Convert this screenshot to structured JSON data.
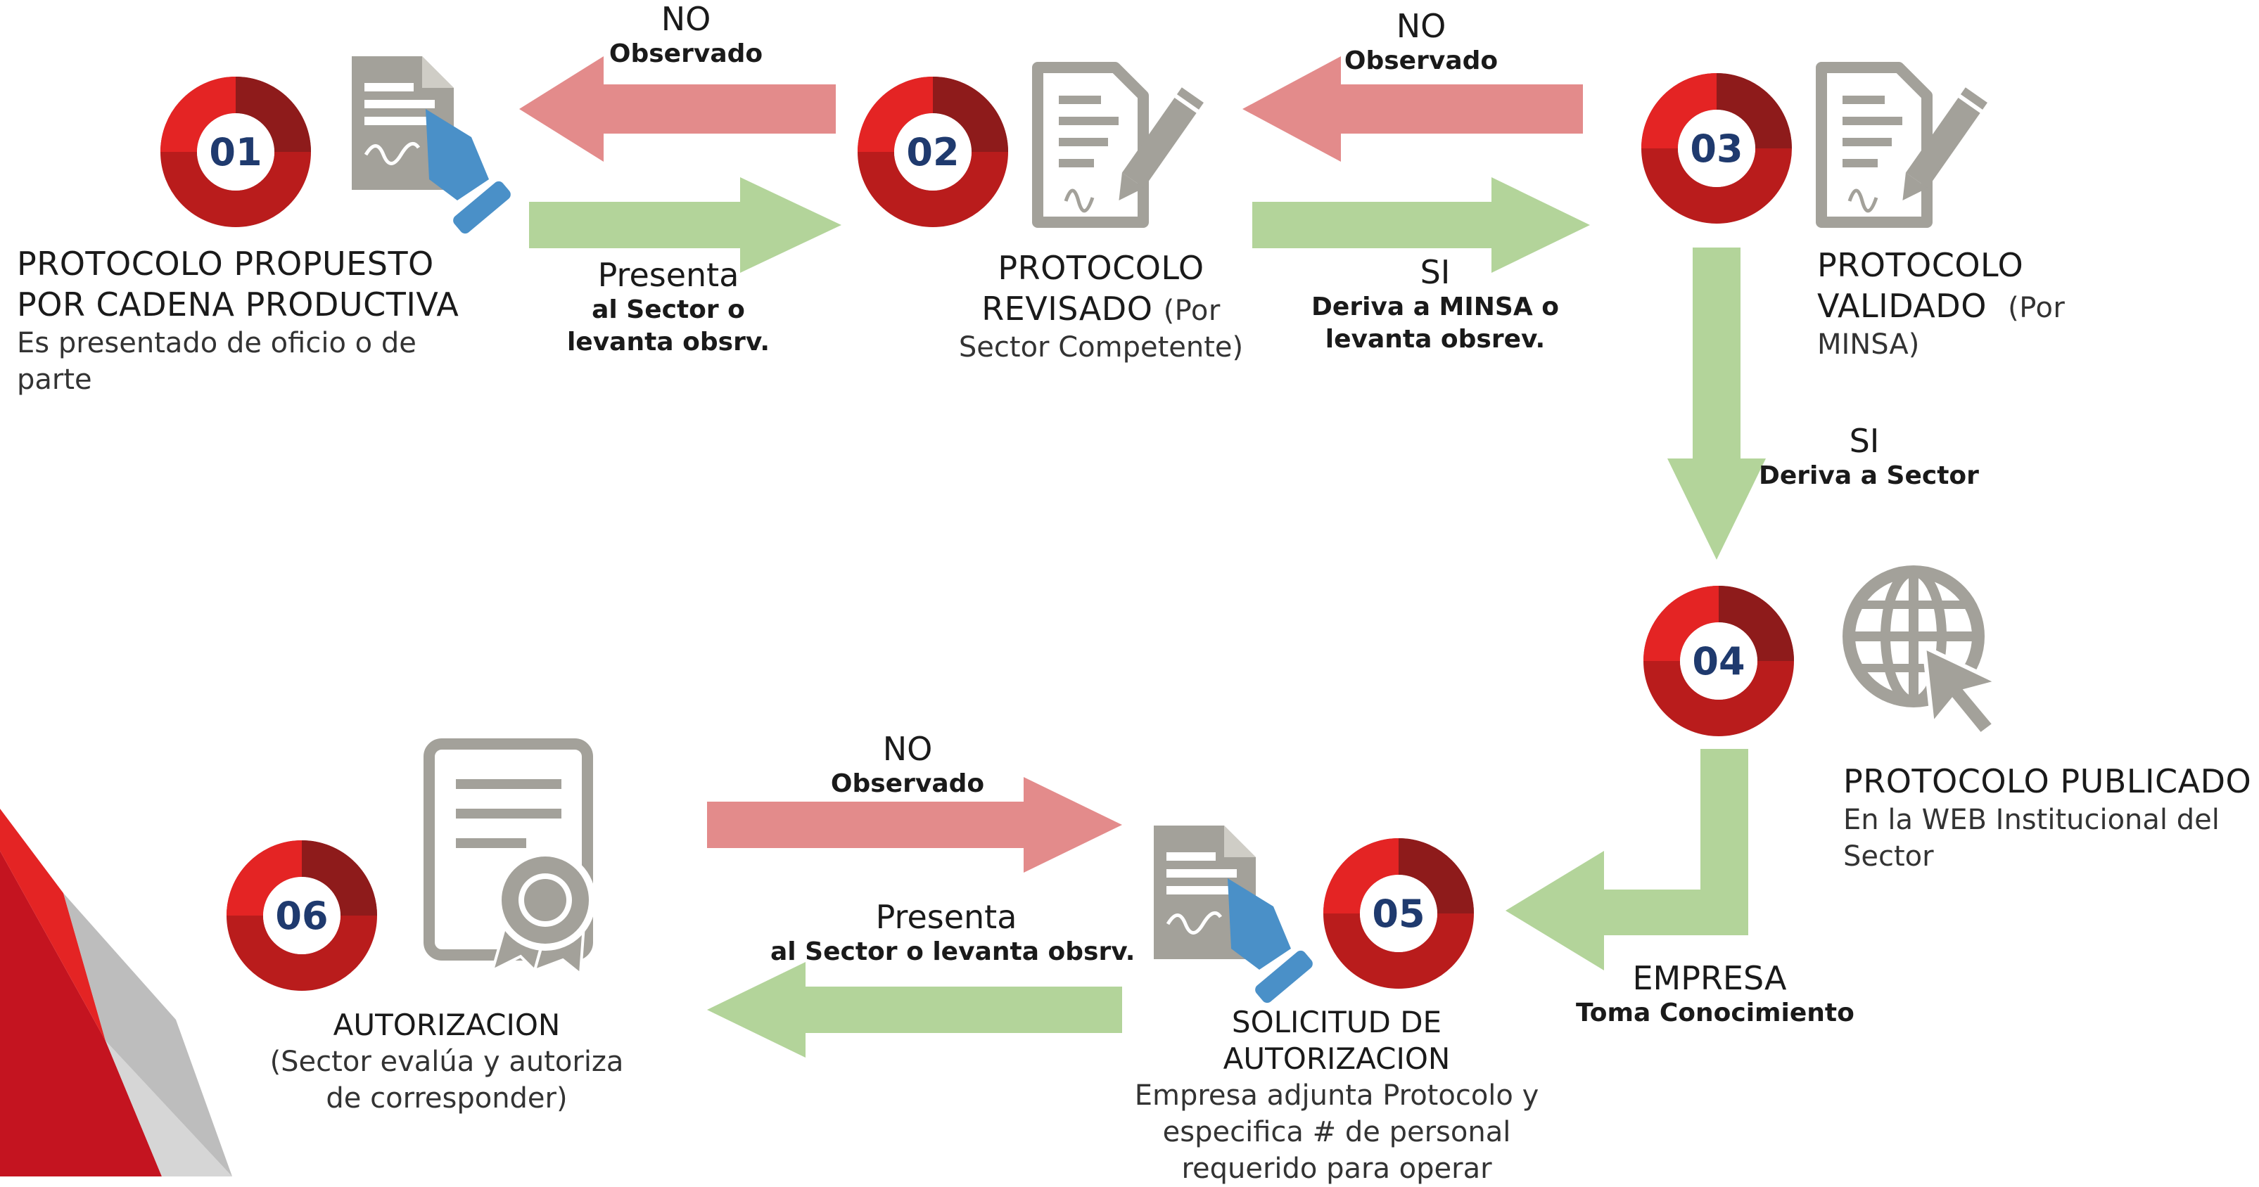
{
  "colors": {
    "ring_dark": "#8e1b1b",
    "ring_mid": "#b91c1c",
    "ring_bright": "#e42424",
    "number": "#1f3a6e",
    "arrow_no": "#e38b8b",
    "arrow_yes": "#b3d49a",
    "icon_gray": "#a3a19a",
    "icon_blue": "#4a90c8"
  },
  "steps": [
    {
      "num": "01",
      "title_lines": [
        "PROTOCOLO PROPUESTO",
        "POR CADENA PRODUCTIVA"
      ],
      "desc_lines": [
        "Es presentado de oficio o de",
        "parte"
      ],
      "icon": "document-hand-icon"
    },
    {
      "num": "02",
      "title_lines": [
        "PROTOCOLO",
        "REVISADO"
      ],
      "title_suffix": "(Por",
      "desc_lines": [
        "Sector Competente)"
      ],
      "icon": "document-pen-icon"
    },
    {
      "num": "03",
      "title_lines": [
        "PROTOCOLO",
        "VALIDADO"
      ],
      "title_suffix": "(Por",
      "desc_lines": [
        "MINSA)"
      ],
      "icon": "document-pen-icon"
    },
    {
      "num": "04",
      "title_lines": [
        "PROTOCOLO PUBLICADO"
      ],
      "desc_lines": [
        "En la WEB Institucional del",
        "Sector"
      ],
      "icon": "globe-cursor-icon"
    },
    {
      "num": "05",
      "title_lines": [
        "SOLICITUD DE",
        "AUTORIZACION"
      ],
      "desc_lines": [
        "Empresa adjunta Protocolo y",
        "especifica # de personal",
        "requerido para operar"
      ],
      "icon": "document-hand-icon"
    },
    {
      "num": "06",
      "title_lines": [
        "AUTORIZACION"
      ],
      "desc_lines": [
        "(Sector evalúa y autoriza",
        "de corresponder)"
      ],
      "icon": "certificate-icon"
    }
  ],
  "transitions": [
    {
      "id": "02-to-01",
      "big": "NO",
      "small_lines": [
        "Observado"
      ]
    },
    {
      "id": "01-to-02",
      "big": "Presenta",
      "small_lines": [
        "al Sector o",
        "levanta obsrv."
      ]
    },
    {
      "id": "03-to-02",
      "big": "NO",
      "small_lines": [
        "Observado"
      ]
    },
    {
      "id": "02-to-03",
      "big": "SI",
      "small_lines": [
        "Deriva a MINSA o",
        "levanta obsrev."
      ]
    },
    {
      "id": "03-to-04",
      "big": "SI",
      "small_lines": [
        "Deriva a Sector"
      ]
    },
    {
      "id": "04-to-05",
      "big": "EMPRESA",
      "small_lines": [
        "Toma Conocimiento"
      ]
    },
    {
      "id": "06-to-05",
      "big": "NO",
      "small_lines": [
        "Observado"
      ]
    },
    {
      "id": "05-to-06",
      "big": "Presenta",
      "small_lines": [
        "al Sector o levanta obsrv."
      ]
    }
  ]
}
